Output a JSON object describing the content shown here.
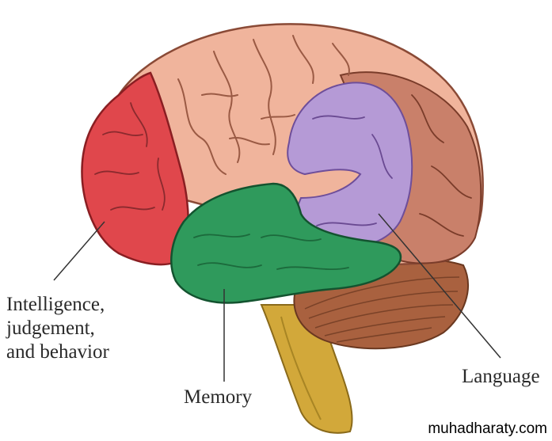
{
  "labels": {
    "intelligence_line1": "Intelligence,",
    "intelligence_line2": "judgement,",
    "intelligence_line3": "and behavior",
    "memory": "Memory",
    "language": "Language"
  },
  "watermark": "muhadharaty.com",
  "colors": {
    "frontal_red": "#e0474c",
    "cortex_peach": "#f0b49c",
    "temporal_green": "#2f9a5c",
    "language_purple": "#b59ad6",
    "occipital_brown": "#c9806a",
    "cerebellum": "#a9613f",
    "brainstem": "#d2a83a"
  }
}
